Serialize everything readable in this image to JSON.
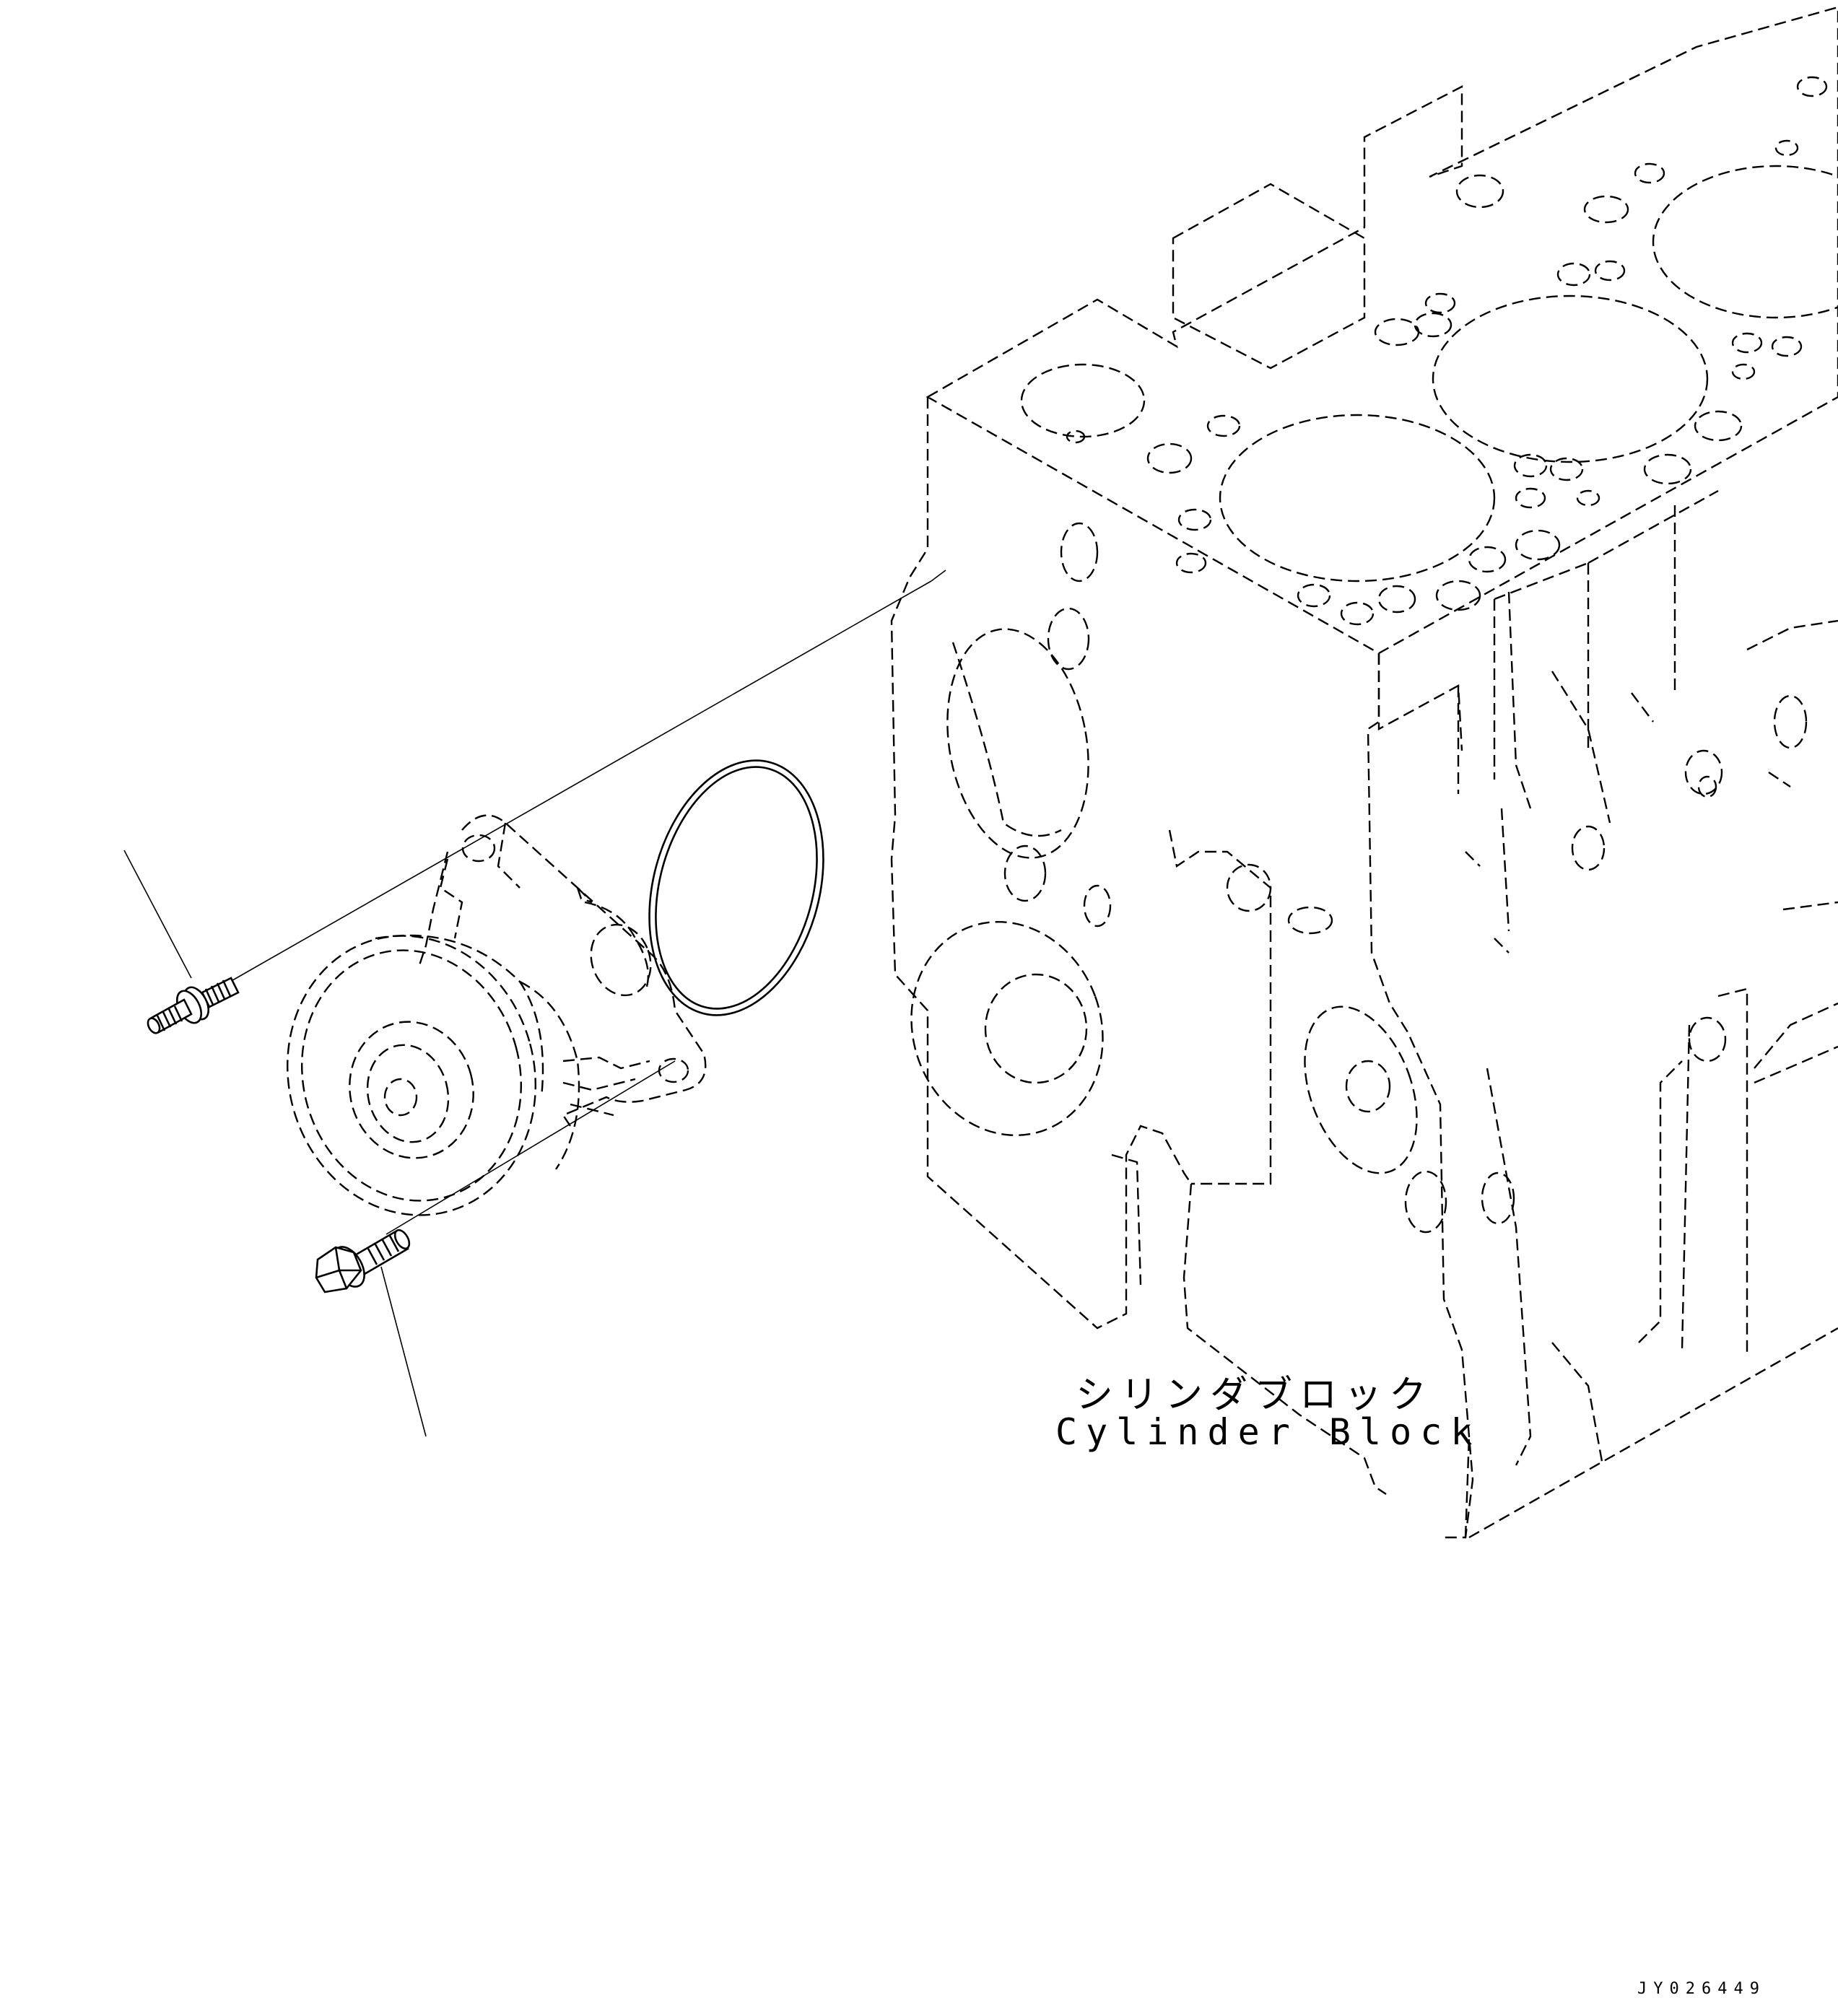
{
  "labels": {
    "cylinder_block_jp": "シリンダブロック",
    "cylinder_block_en": "Cylinder Block",
    "drawing_id": "JY026449"
  },
  "colors": {
    "line": "#000000",
    "background": "#ffffff"
  }
}
